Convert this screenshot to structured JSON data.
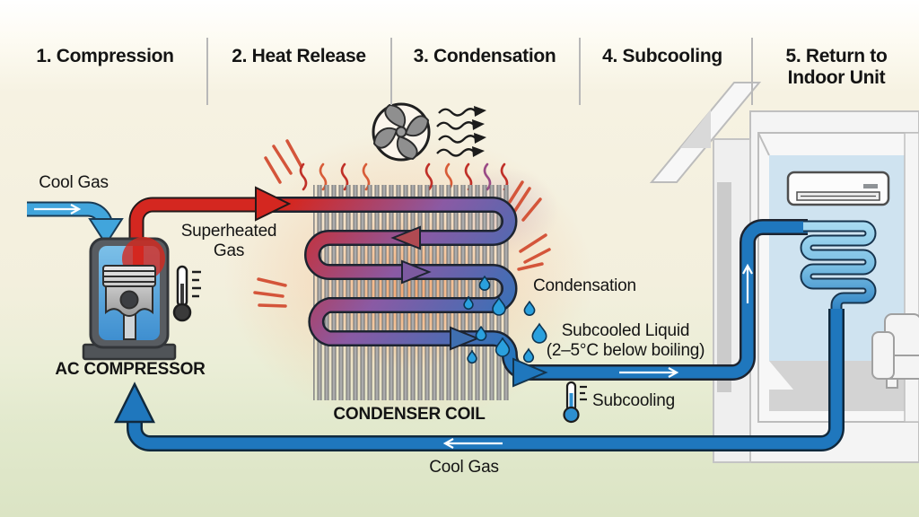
{
  "header": {
    "steps": [
      {
        "label": "1. Compression"
      },
      {
        "label": "2. Heat Release"
      },
      {
        "label": "3. Condensation"
      },
      {
        "label": "4. Subcooling"
      },
      {
        "label": "5. Return to Indoor Unit"
      }
    ]
  },
  "labels": {
    "cool_gas_in": "Cool Gas",
    "superheated_line1": "Superheated",
    "superheated_line2": "Gas",
    "compressor": "AC COMPRESSOR",
    "condenser": "CONDENSER COIL",
    "condensation": "Condensation",
    "subcooled_line1": "Subcooled Liquid",
    "subcooled_line2": "(2–5°C below boiling)",
    "subcooling": "Subcooling",
    "cool_gas_return": "Cool Gas"
  },
  "colors": {
    "hot_pipe": "#d42720",
    "condensing_mid": "#8a5aa4",
    "cold_pipe": "#1f77bd",
    "cool_gas_pipe": "#41a5dc",
    "indoor_coil_light": "#a6d6ee",
    "glow_orange": "#f3a468",
    "fin_gray": "#a8a8a8",
    "wall_blue": "#cfe3f0",
    "ground_green": "#dce4c5"
  },
  "icons": {
    "fan": "condenser-fan-icon",
    "airflow": "airflow-arrows-icon",
    "thermometer_hot": "thermometer-hot-icon",
    "thermometer_cold": "thermometer-cold-icon",
    "droplets": "condensate-droplets-icon"
  }
}
